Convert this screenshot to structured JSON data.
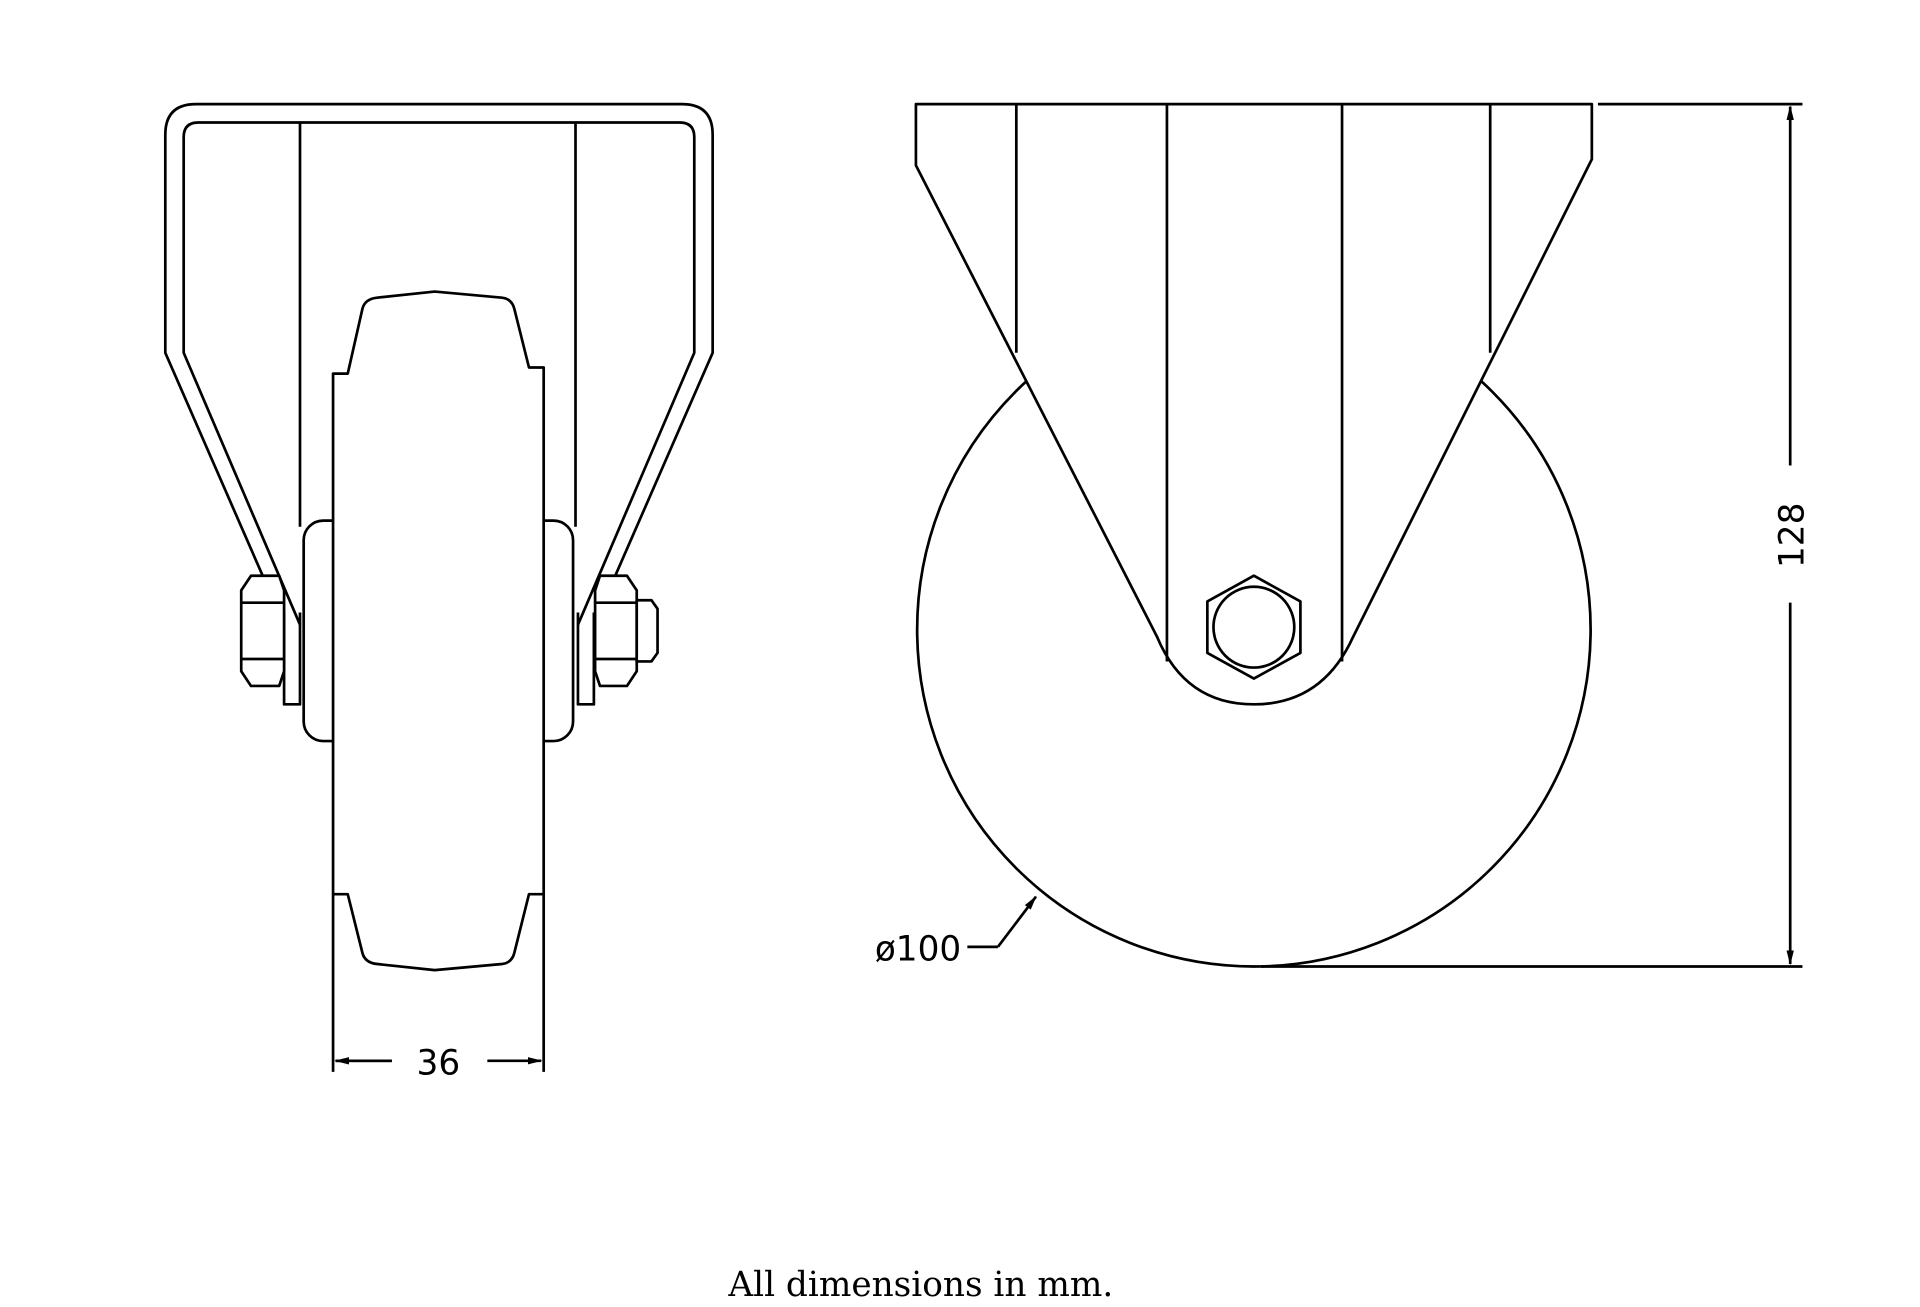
{
  "dimensions": {
    "width": "36",
    "height": "128",
    "diameter": "ø100"
  },
  "caption": "All dimensions in mm.",
  "colors": {
    "line": "#000000",
    "background": "#ffffff"
  }
}
